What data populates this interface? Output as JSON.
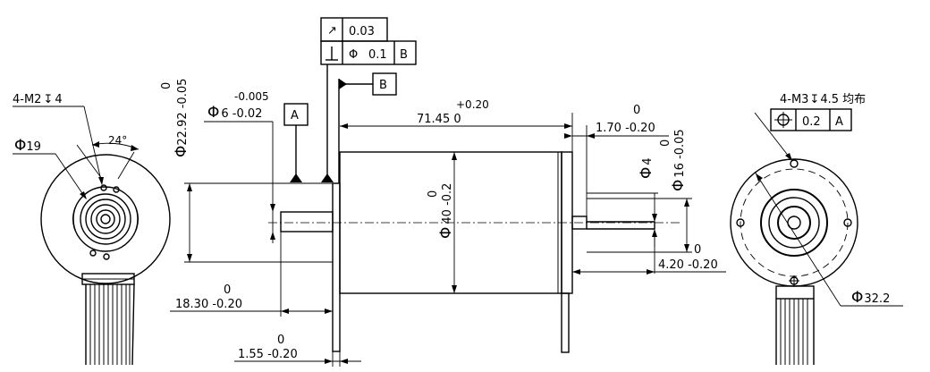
{
  "labels": {
    "thread_left": "4-M2",
    "thread_left_depth": "4",
    "dia19_symbol": "Φ",
    "dia19_value": "19",
    "angle": "24°",
    "tol_zero_22": "0",
    "dia22_symbol": "Φ",
    "dia22_value": "22.92 -0.05",
    "dia6_upper": "-0.005",
    "dia6_symbol": "Φ",
    "dia6_value": "6 -0.02",
    "datum_a": "A",
    "datum_b": "B",
    "fcf_runout_value": "0.03",
    "fcf_perp_dia": "Φ",
    "fcf_perp_value": "0.1",
    "fcf_perp_datum": "B",
    "len_upper": "+0.20",
    "len_value": "71.45  0",
    "len170_zero": "0",
    "len170_value": "1.70 -0.20",
    "dia40_zero": "0",
    "dia40_symbol": "Φ",
    "dia40_value": "40 -0.2",
    "dia4_symbol": "Φ",
    "dia4_value": "4",
    "dia16_zero": "0",
    "dia16_symbol": "Φ",
    "dia16_value": "16 -0.05",
    "len420_zero": "0",
    "len420_value": "4.20 -0.20",
    "len1830_zero": "0",
    "len1830_value": "18.30 -0.20",
    "len155_zero": "0",
    "len155_value": "1.55 -0.20",
    "thread_right": "4-M3",
    "thread_right_depth": "4.5 均布",
    "fcf_pos_value": "0.2",
    "fcf_pos_datum": "A",
    "dia322_symbol": "Φ",
    "dia322_value": "32.2"
  }
}
